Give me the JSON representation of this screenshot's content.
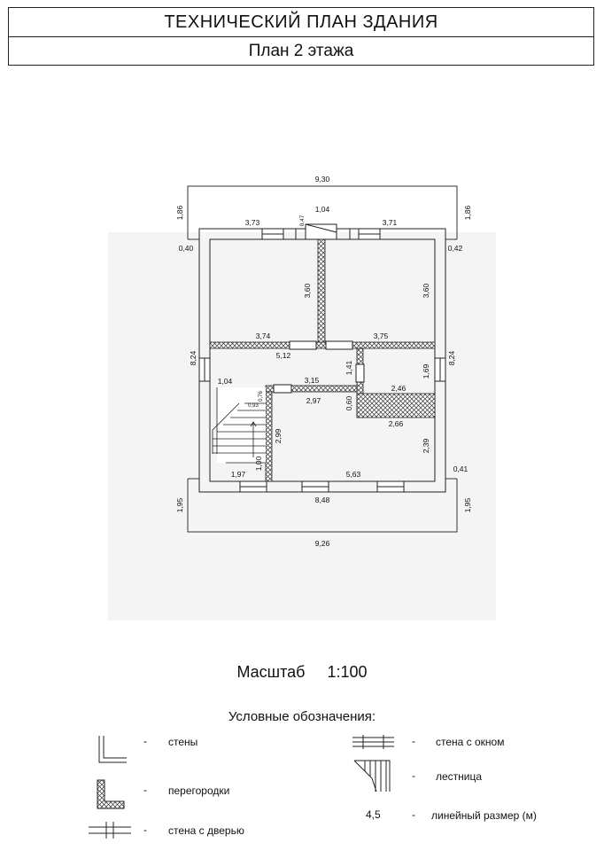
{
  "title": "ТЕХНИЧЕСКИЙ ПЛАН ЗДАНИЯ",
  "subtitle": "План 2 этажа",
  "dimensions": {
    "overall_top": "9,30",
    "overall_bottom": "9,26",
    "inner_bottom": "8,48",
    "left_top_offset": "1,86",
    "right_top_offset": "1,86",
    "left_bottom_offset": "1,95",
    "right_bottom_offset": "1,95",
    "corner_tl": "0,40",
    "corner_tr": "0,42",
    "corner_br": "0,41",
    "top_left_room": "3,73",
    "top_right_room": "3,71",
    "top_door": "1,04",
    "top_small": "0,47",
    "room_left_height": "3,60",
    "room_right_height": "3,60",
    "mid_left_wall": "3,74",
    "mid_right_wall": "3,75",
    "corridor_width": "5,12",
    "left_side": "8,24",
    "right_side": "8,24",
    "stair_width": "1,04",
    "small_076": "0,76",
    "small_093": "0,93",
    "partition_top": "3,15",
    "corridor_inner": "2,97",
    "bath_height_141": "1,41",
    "bath_height_169": "1,69",
    "bath_inner": "2,46",
    "bath_offset": "0,60",
    "bath_bottom": "2,66",
    "stair_wall": "2,99",
    "room_height_right": "2,39",
    "stair_bottom": "1,00",
    "stair_len": "1,97",
    "bottom_room": "5,63"
  },
  "scale": {
    "label": "Масштаб",
    "value": "1:100"
  },
  "legend": {
    "title": "Условные обозначения:",
    "dash": "-",
    "walls": "стены",
    "partitions": "перегородки",
    "wall_door": "стена с дверью",
    "wall_window": "стена с окном",
    "stairs": "лестница",
    "linear_sample": "4,5",
    "linear_size": "линейный размер (м)"
  }
}
